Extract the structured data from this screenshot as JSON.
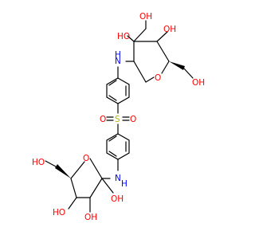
{
  "diagram": {
    "type": "chemical-structure",
    "colors": {
      "carbon": "#000000",
      "oxygen": "#ff0000",
      "nitrogen": "#0000ff",
      "sulfur": "#b3b300",
      "background": "#ffffff"
    },
    "labels": {
      "oh_top_1": "HO",
      "oh_top_2": "OH",
      "oh_top_3": "OH",
      "oh_top_ch2": "OH",
      "ring_o_top": "O",
      "nh_top": "N",
      "h_top": "H",
      "sulfonyl_s": "S",
      "sulfonyl_o_left": "O",
      "sulfonyl_o_right": "O",
      "nh_bottom": "N",
      "h_bottom": "H",
      "ring_o_bottom": "O",
      "oh_bottom_ch2": "HO",
      "oh_bottom_1": "OH",
      "oh_bottom_2": "HO",
      "oh_bottom_3": "OH"
    }
  }
}
